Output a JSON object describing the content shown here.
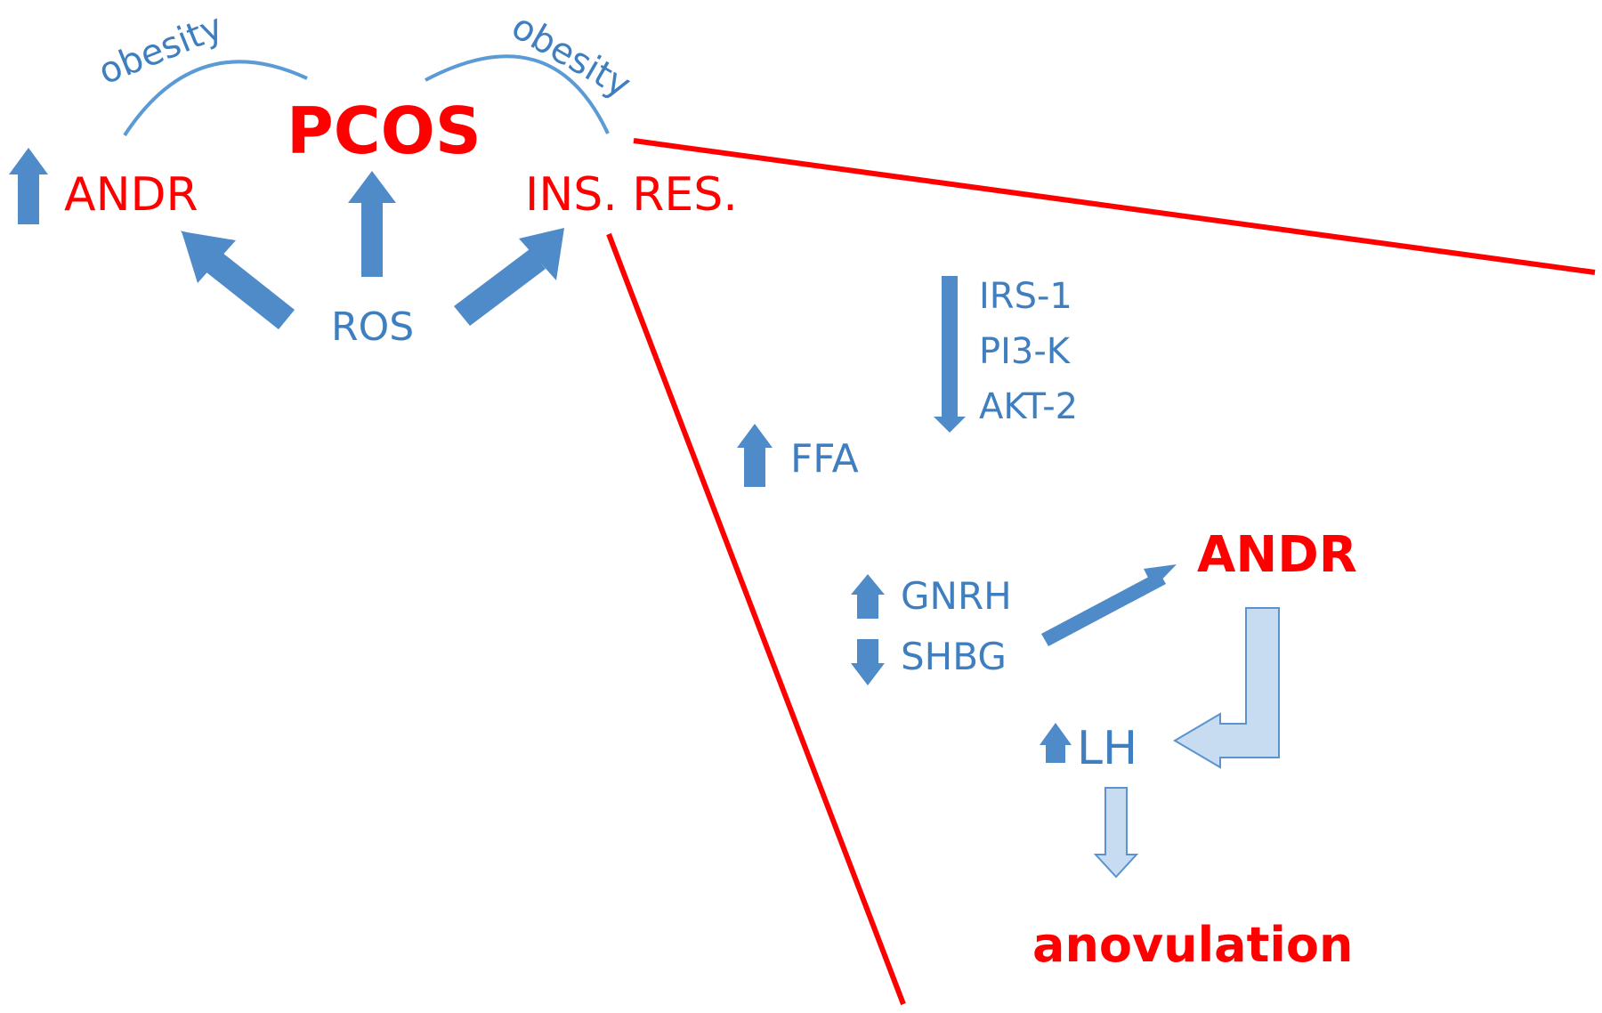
{
  "labels": {
    "pcos": "PCOS",
    "andr_left": "ANDR",
    "ins_res": "INS. RES.",
    "ros": "ROS",
    "obesity_left": "obesity",
    "obesity_right": "obesity",
    "irs1": "IRS-1",
    "pi3k": "PI3-K",
    "akt2": "AKT-2",
    "ffa": "FFA",
    "gnrh": "GNRH",
    "shbg": "SHBG",
    "andr_right": "ANDR",
    "lh": "LH",
    "anovulation": "anovulation"
  },
  "colors": {
    "red": "#ff0000",
    "blue": "#4f8bc9",
    "blue_text": "#3f7fc0",
    "light_blue_fill": "#c7dcf0",
    "light_blue_stroke": "#5a93cf",
    "arc": "#5b9bd5"
  },
  "icons": {
    "up": "up-arrow-icon",
    "down": "down-arrow-icon"
  }
}
